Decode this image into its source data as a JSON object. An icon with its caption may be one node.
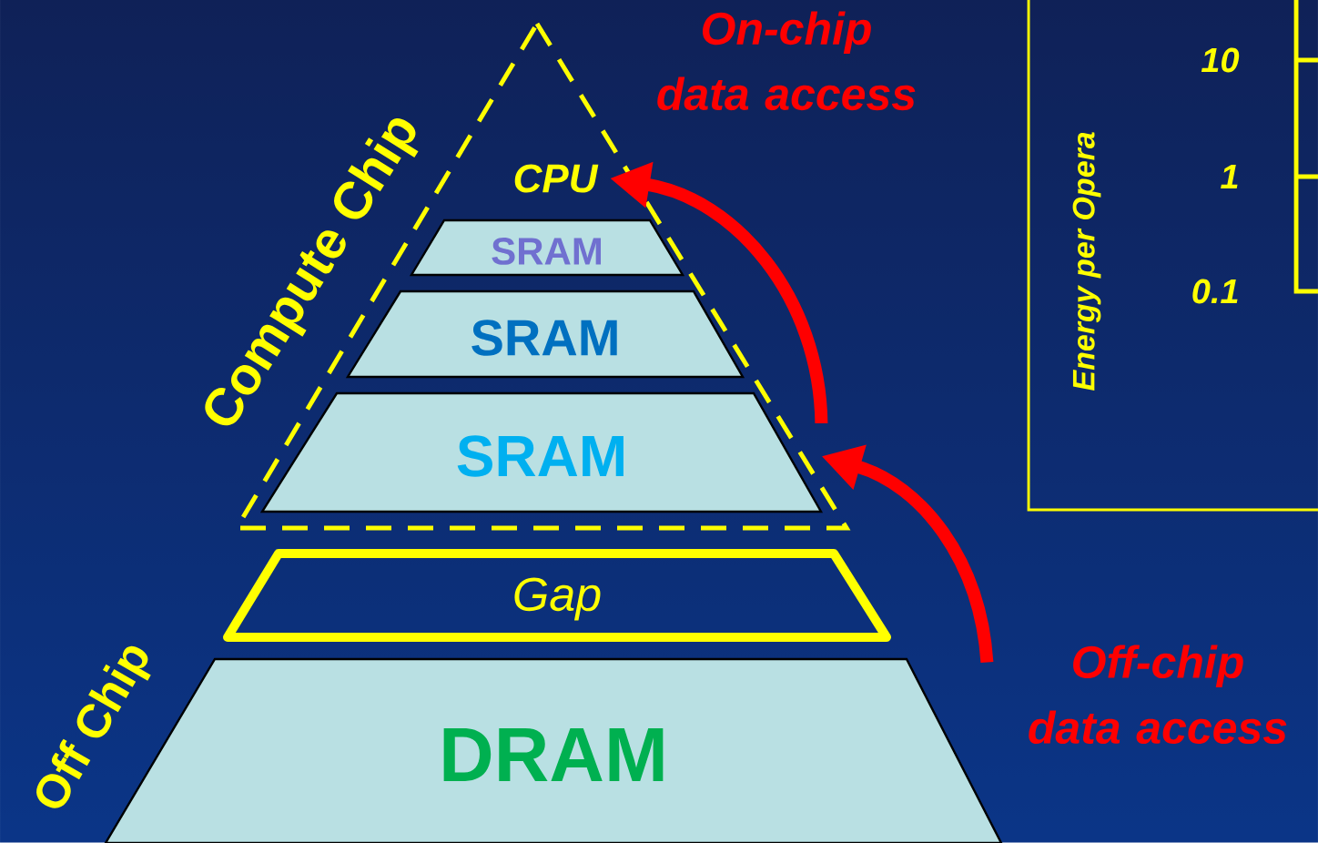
{
  "diagram": {
    "nodes": [
      {
        "text": [
          "Compute Chip"
        ]
      },
      {
        "text": [
          "CPU"
        ],
        "in": 0
      },
      {
        "text": [
          "SRAM"
        ],
        "in": 0
      },
      {
        "text": [
          "SRAM"
        ],
        "in": 0
      },
      {
        "text": [
          "SRAM"
        ],
        "in": 0
      },
      {
        "text": [
          "Gap"
        ]
      },
      {
        "text": [
          "DRAM"
        ],
        "beside": [
          "Off Chip"
        ]
      }
    ],
    "edges": [
      {
        "from": 6,
        "to": 4,
        "arrow": "to",
        "label": "Off-chip data access"
      },
      {
        "from": 4,
        "to": 1,
        "arrow": "to",
        "label": "On-chip data access"
      }
    ],
    "labels": [
      "Energy per Opera",
      "10",
      "1",
      "0.1"
    ]
  }
}
